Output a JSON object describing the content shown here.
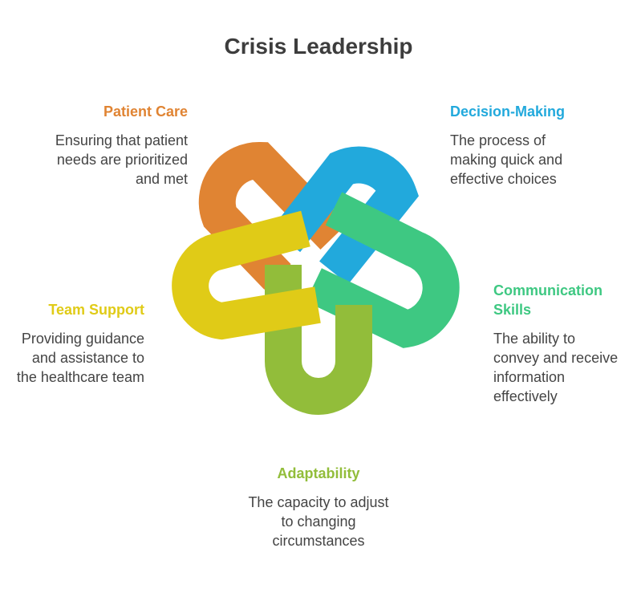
{
  "title": "Crisis Leadership",
  "colors": {
    "patient_care": "#E08433",
    "decision_making": "#22A9DC",
    "communication": "#3EC882",
    "adaptability": "#92BD3A",
    "team_support": "#E0CB17"
  },
  "items": {
    "patient_care": {
      "heading": "Patient Care",
      "desc": "Ensuring that patient needs are prioritized and met"
    },
    "decision_making": {
      "heading": "Decision-Making",
      "desc": "The process of making quick and effective choices"
    },
    "communication": {
      "heading": "Communication Skills",
      "desc": "The ability to convey and receive information effectively"
    },
    "adaptability": {
      "heading": "Adaptability",
      "desc": "The capacity to adjust to changing circumstances"
    },
    "team_support": {
      "heading": "Team Support",
      "desc": "Providing guidance and assistance to the healthcare team"
    }
  }
}
